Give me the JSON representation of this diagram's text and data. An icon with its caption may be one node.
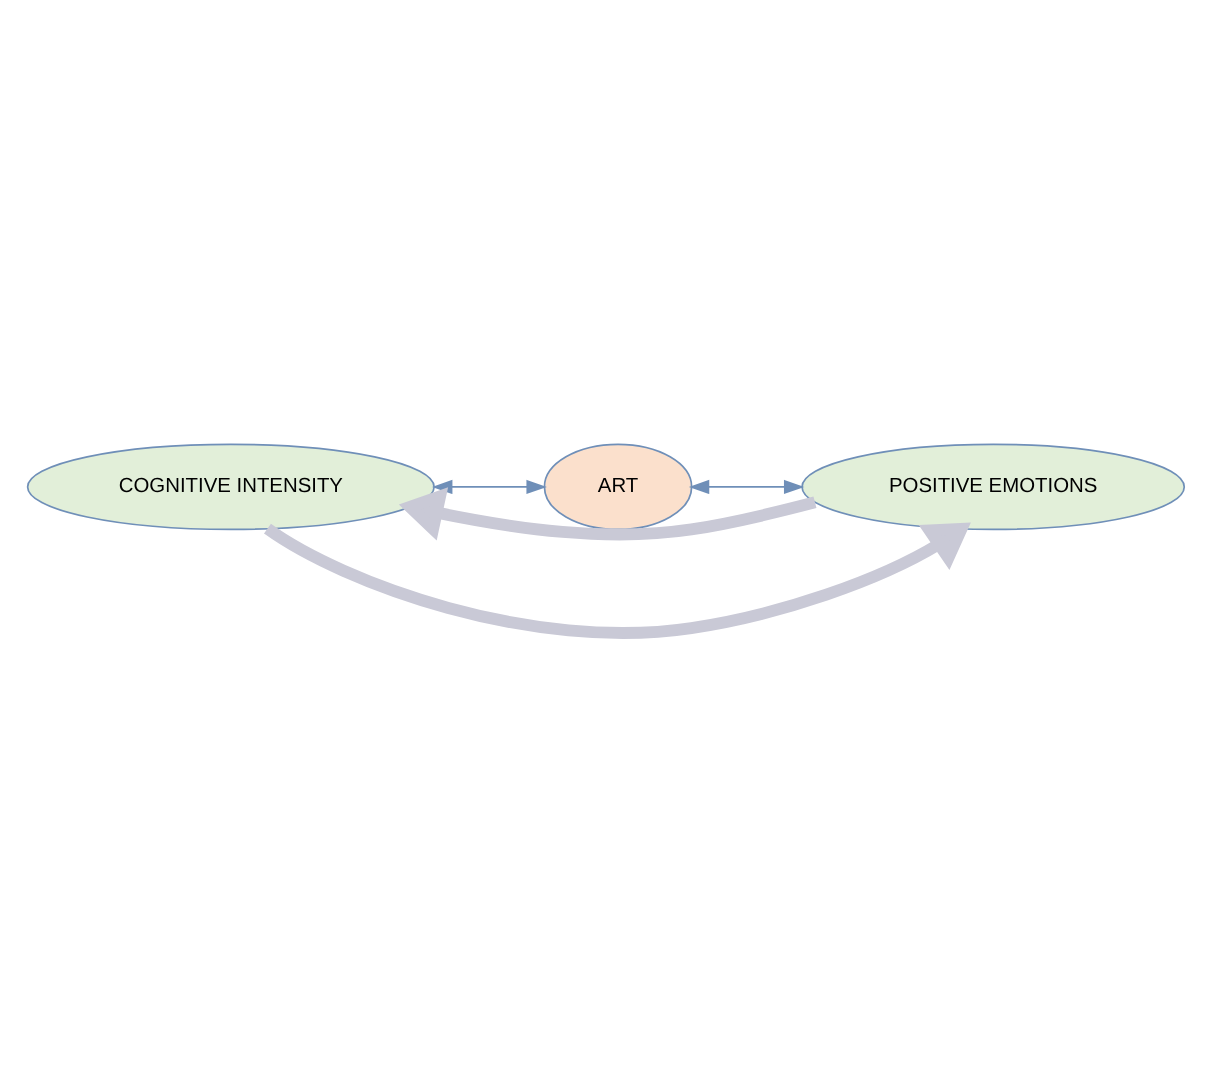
{
  "diagram": {
    "nodes": [
      {
        "text": [
          "COGNITIVE INTENSITY"
        ]
      },
      {
        "text": [
          "ART"
        ]
      },
      {
        "text": [
          "POSITIVE EMOTIONS"
        ]
      }
    ],
    "edges": [
      {
        "from": 0,
        "to": 1,
        "arrow": "both"
      },
      {
        "from": 1,
        "to": 2,
        "arrow": "both"
      },
      {
        "from": 0,
        "to": 2,
        "arrow": "to",
        "style": "thick",
        "color": "#c9c9d6"
      },
      {
        "from": 2,
        "to": 0,
        "arrow": "to",
        "style": "thick",
        "color": "#c9c9d6"
      }
    ]
  }
}
